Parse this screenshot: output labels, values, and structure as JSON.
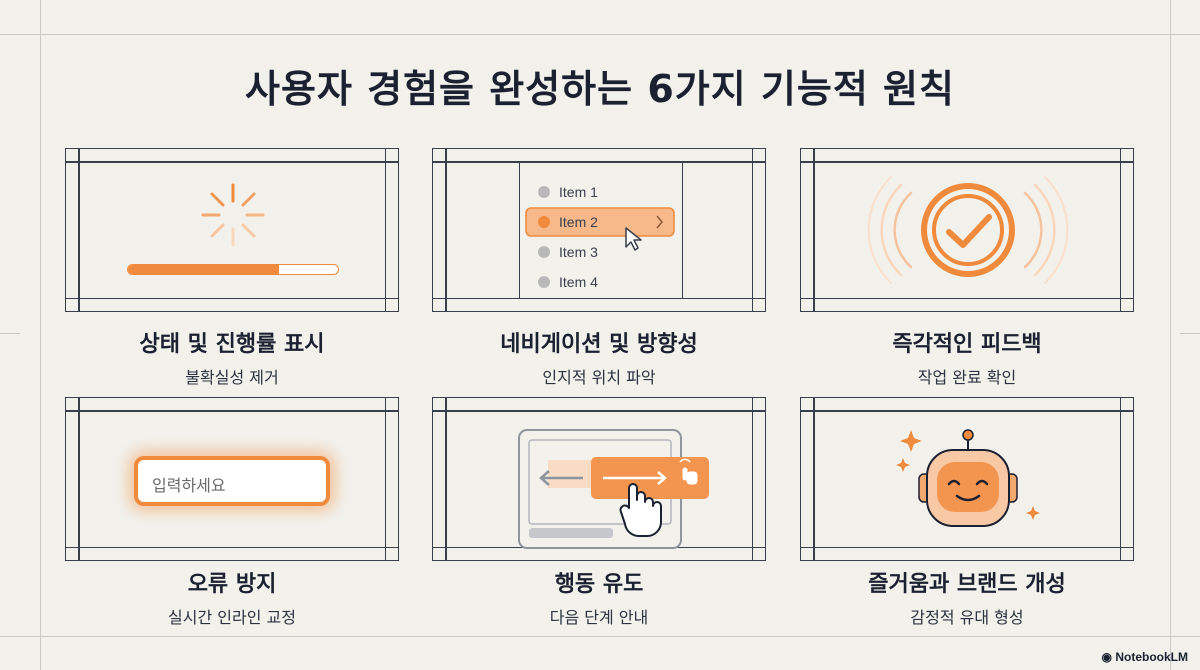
{
  "title": "사용자 경험을 완성하는 6가지 기능적 원칙",
  "cards": [
    {
      "heading": "상태 및 진행률 표시",
      "sub": "불확실성 제거",
      "progress": 0.72
    },
    {
      "heading": "네비게이션 및 방향성",
      "sub": "인지적 위치 파악",
      "nav_items": [
        "Item 1",
        "Item 2",
        "Item 3",
        "Item 4"
      ]
    },
    {
      "heading": "즉각적인 피드백",
      "sub": "작업 완료 확인"
    },
    {
      "heading": "오류 방지",
      "sub": "실시간 인라인 교정",
      "input_placeholder": "입력하세요"
    },
    {
      "heading": "행동 유도",
      "sub": "다음 단계 안내"
    },
    {
      "heading": "즐거움과 브랜드 개성",
      "sub": "감정적 유대 형성"
    }
  ],
  "watermark": "NotebookLM",
  "colors": {
    "accent": "#f08a3c",
    "accent_light": "#fbd3b3",
    "ink": "#1b2130",
    "background": "#f2f1ec"
  }
}
